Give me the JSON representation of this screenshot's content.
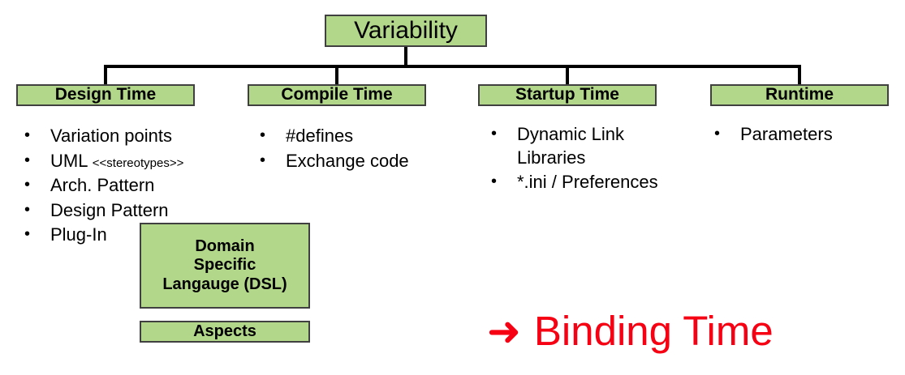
{
  "diagram": {
    "title": "Variability",
    "colors": {
      "box_fill": "#b2d68a",
      "box_border": "#404040",
      "connector": "#000000",
      "callout": "#f60013",
      "background": "#ffffff"
    },
    "root": {
      "label": "Variability"
    },
    "categories": [
      {
        "label": "Design Time",
        "items": [
          {
            "text": "Variation points"
          },
          {
            "text": "UML",
            "suffix": "<<stereotypes>>"
          },
          {
            "text": "Arch. Pattern"
          },
          {
            "text": "Design Pattern"
          },
          {
            "text": "Plug-In"
          }
        ]
      },
      {
        "label": "Compile Time",
        "items": [
          {
            "text": "#defines"
          },
          {
            "text": "Exchange code"
          }
        ]
      },
      {
        "label": "Startup Time",
        "items": [
          {
            "text": "Dynamic Link Libraries"
          },
          {
            "text": "*.ini / Preferences"
          }
        ]
      },
      {
        "label": "Runtime",
        "items": [
          {
            "text": "Parameters"
          }
        ]
      }
    ],
    "notes": [
      {
        "name": "dsl-note",
        "lines": [
          "Domain",
          "Specific",
          "Langauge (DSL)"
        ]
      },
      {
        "name": "aspects-note",
        "lines": [
          "Aspects"
        ]
      }
    ],
    "callout": {
      "arrow": "➜",
      "label": "Binding Time"
    }
  }
}
